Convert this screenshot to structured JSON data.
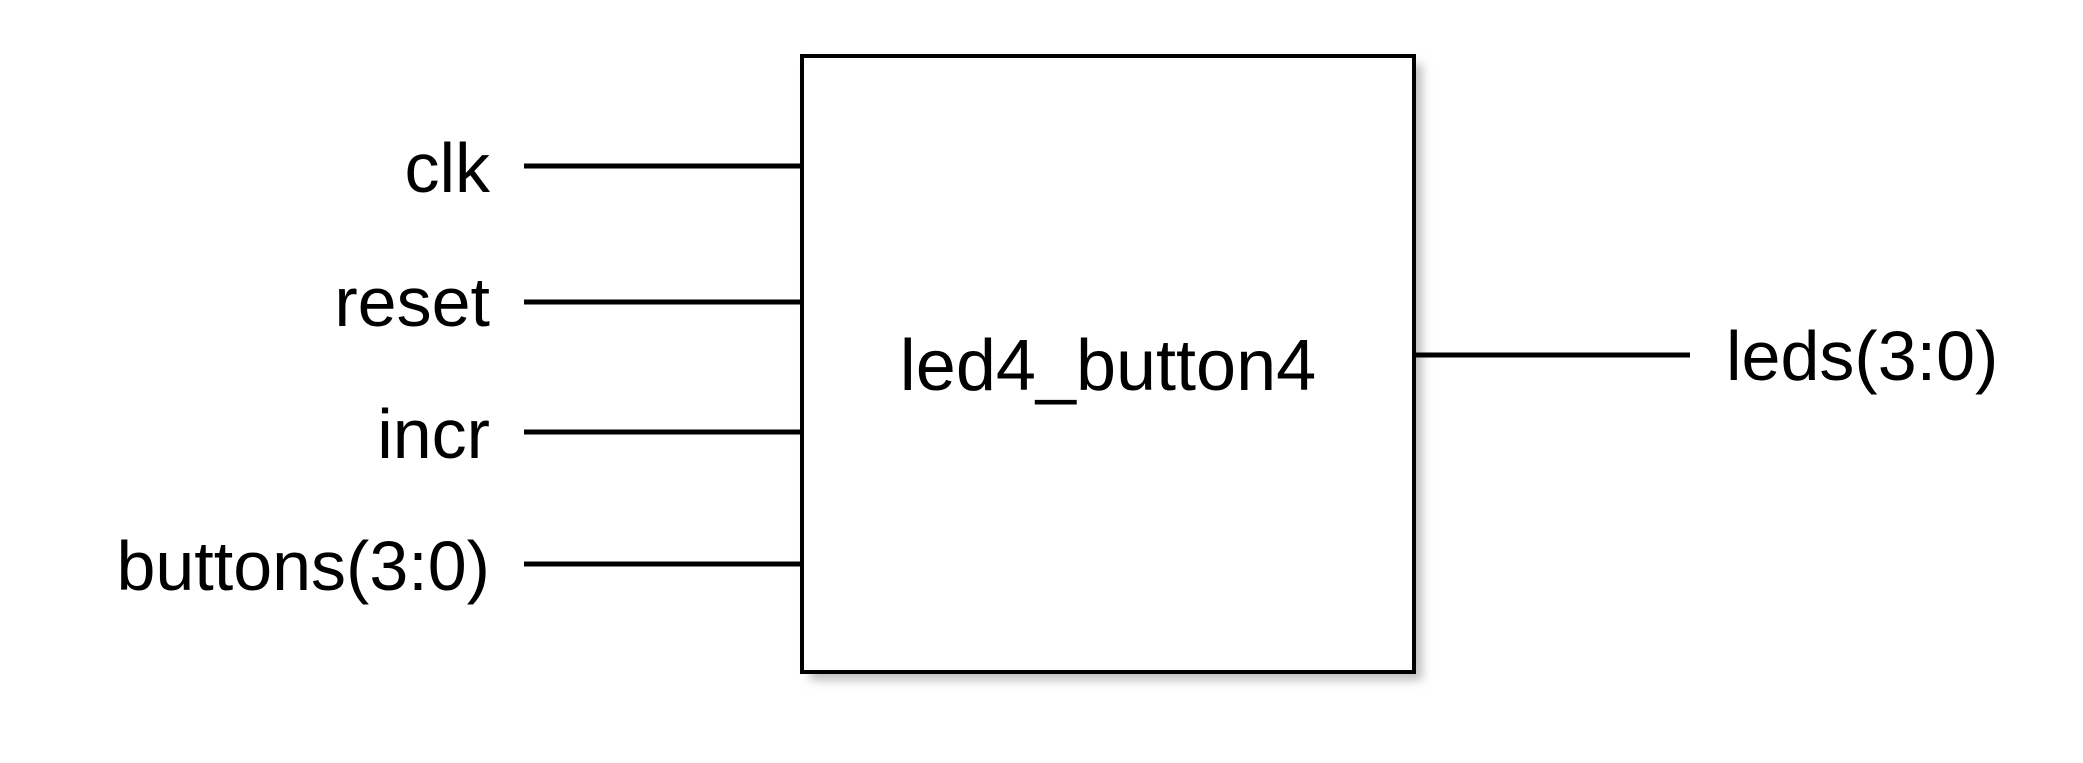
{
  "block": {
    "name": "led4_button4"
  },
  "inputs": [
    {
      "label": "clk"
    },
    {
      "label": "reset"
    },
    {
      "label": "incr"
    },
    {
      "label": "buttons(3:0)"
    }
  ],
  "outputs": [
    {
      "label": "leds(3:0)"
    }
  ],
  "colors": {
    "line": "#000000",
    "shadow": "#cfcfcf",
    "background": "#ffffff"
  }
}
